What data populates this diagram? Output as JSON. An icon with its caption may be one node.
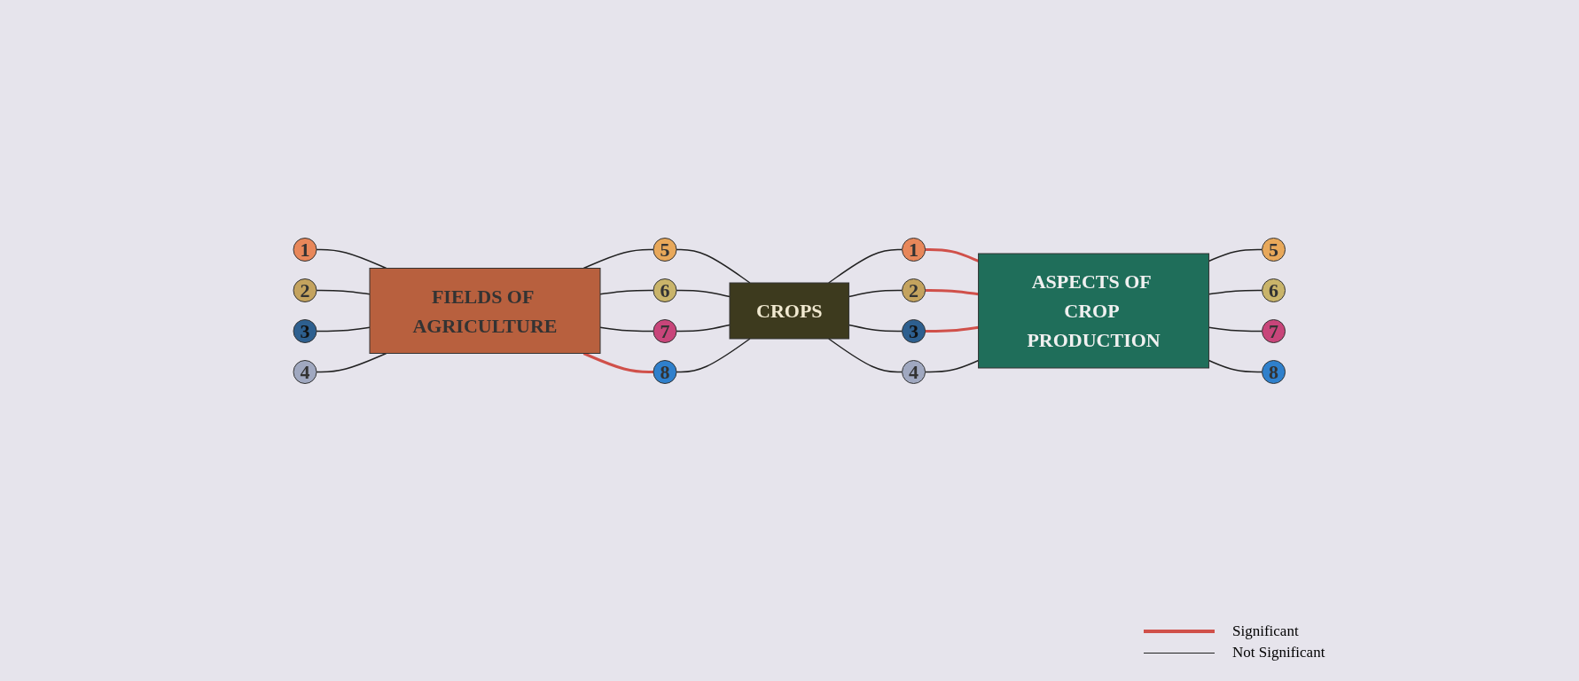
{
  "diagram": {
    "nodes": [
      {
        "text": [
          "1"
        ]
      },
      {
        "text": [
          "2"
        ]
      },
      {
        "text": [
          "3"
        ]
      },
      {
        "text": [
          "4"
        ]
      },
      {
        "text": [
          "FIELDS OF AGRICULTURE"
        ]
      },
      {
        "text": [
          "5"
        ]
      },
      {
        "text": [
          "6"
        ]
      },
      {
        "text": [
          "7"
        ]
      },
      {
        "text": [
          "8"
        ]
      },
      {
        "text": [
          "CROPS"
        ]
      },
      {
        "text": [
          "1"
        ]
      },
      {
        "text": [
          "2"
        ]
      },
      {
        "text": [
          "3"
        ]
      },
      {
        "text": [
          "4"
        ]
      },
      {
        "text": [
          "ASPECTS OF CROP PRODUCTION"
        ]
      },
      {
        "text": [
          "5"
        ]
      },
      {
        "text": [
          "6"
        ]
      },
      {
        "text": [
          "7"
        ]
      },
      {
        "text": [
          "8"
        ]
      }
    ],
    "edges": [
      {
        "from": 0,
        "to": 4,
        "arrow": "none"
      },
      {
        "from": 1,
        "to": 4,
        "arrow": "none"
      },
      {
        "from": 2,
        "to": 4,
        "arrow": "none"
      },
      {
        "from": 3,
        "to": 4,
        "arrow": "none"
      },
      {
        "from": 4,
        "to": 5,
        "arrow": "none"
      },
      {
        "from": 4,
        "to": 6,
        "arrow": "none"
      },
      {
        "from": 4,
        "to": 7,
        "arrow": "none"
      },
      {
        "from": 4,
        "to": 8,
        "arrow": "none",
        "color": "#d0504a"
      },
      {
        "from": 5,
        "to": 9,
        "arrow": "none"
      },
      {
        "from": 6,
        "to": 9,
        "arrow": "none"
      },
      {
        "from": 7,
        "to": 9,
        "arrow": "none"
      },
      {
        "from": 8,
        "to": 9,
        "arrow": "none"
      },
      {
        "from": 9,
        "to": 10,
        "arrow": "none"
      },
      {
        "from": 9,
        "to": 11,
        "arrow": "none"
      },
      {
        "from": 9,
        "to": 12,
        "arrow": "none"
      },
      {
        "from": 9,
        "to": 13,
        "arrow": "none"
      },
      {
        "from": 10,
        "to": 14,
        "arrow": "none",
        "color": "#d0504a"
      },
      {
        "from": 11,
        "to": 14,
        "arrow": "none",
        "color": "#d0504a"
      },
      {
        "from": 12,
        "to": 14,
        "arrow": "none",
        "color": "#d0504a"
      },
      {
        "from": 13,
        "to": 14,
        "arrow": "none"
      },
      {
        "from": 14,
        "to": 15,
        "arrow": "none"
      },
      {
        "from": 14,
        "to": 16,
        "arrow": "none"
      },
      {
        "from": 14,
        "to": 17,
        "arrow": "none"
      },
      {
        "from": 14,
        "to": 18,
        "arrow": "none"
      }
    ],
    "legend": [
      {
        "text": "Significant"
      },
      {
        "text": "Not Significant"
      }
    ]
  }
}
